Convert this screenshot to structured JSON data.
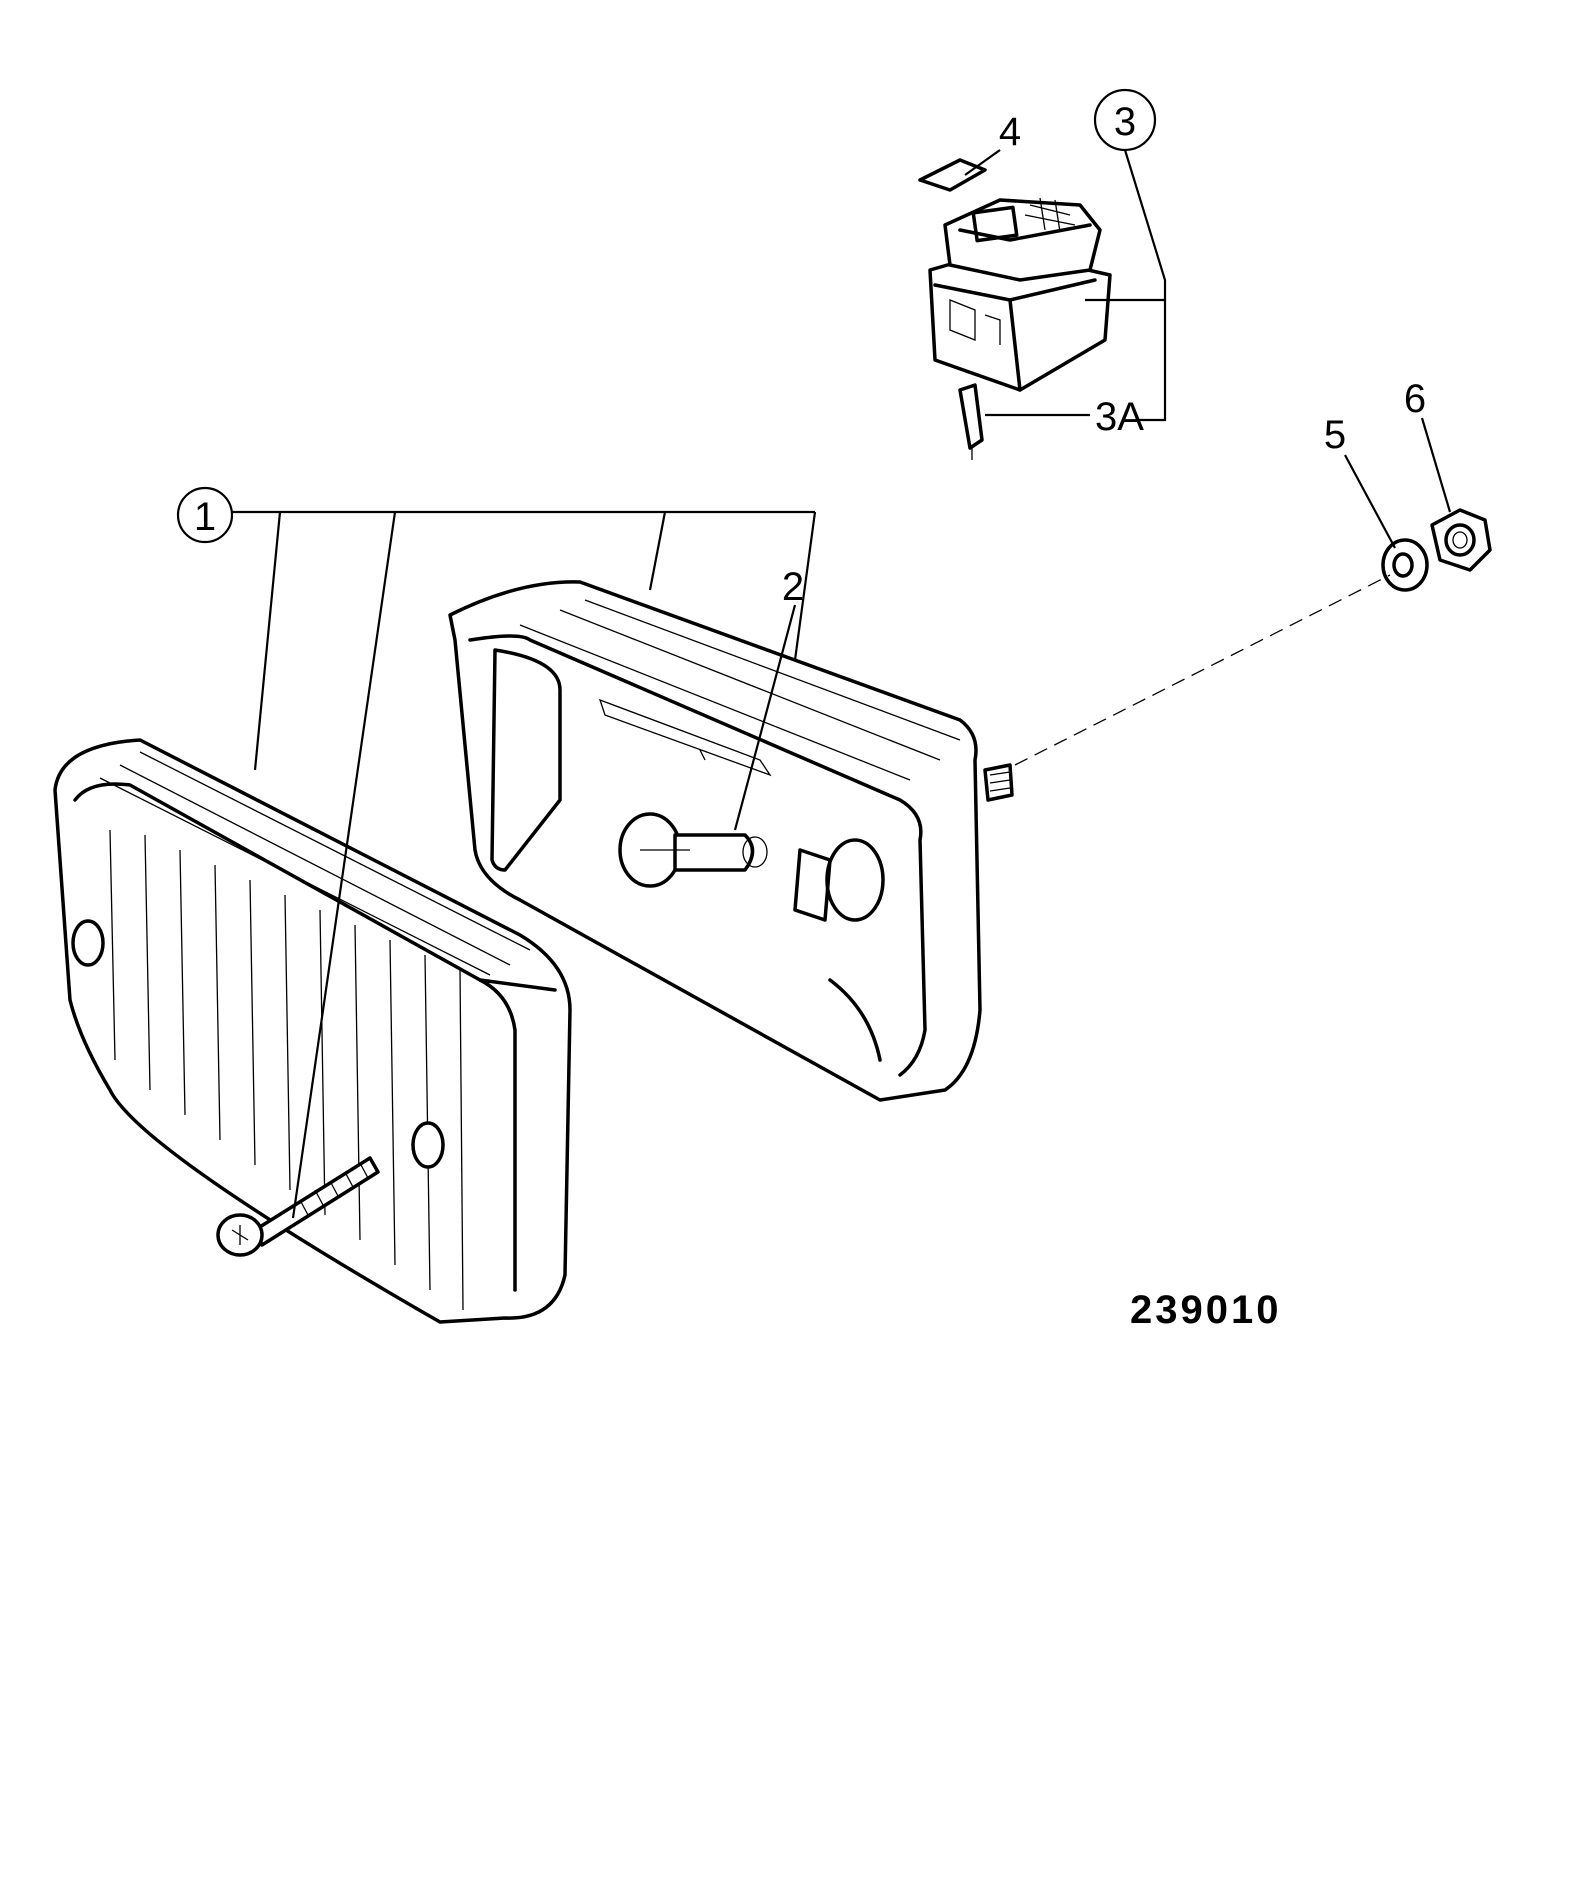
{
  "callouts": {
    "c1": "1",
    "c2": "2",
    "c3": "3",
    "c3a": "3A",
    "c4": "4",
    "c5": "5",
    "c6": "6"
  },
  "reference_number": "239010",
  "colors": {
    "line": "#000000",
    "background": "#ffffff"
  }
}
